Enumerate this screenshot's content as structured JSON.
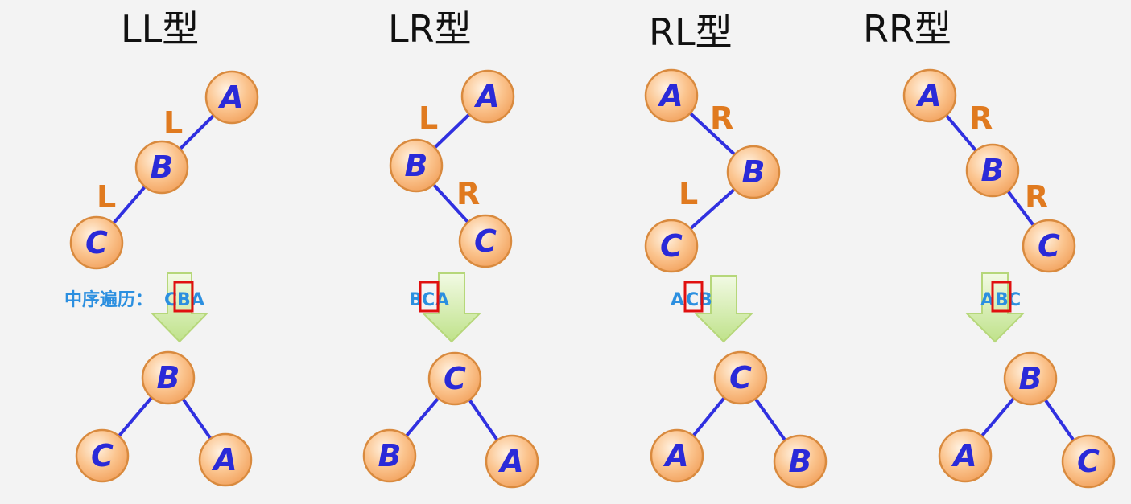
{
  "panels": [
    {
      "title": "LL型",
      "top": {
        "nodes": [
          "A",
          "B",
          "C"
        ],
        "edge_labels": [
          "L",
          "L"
        ]
      },
      "inorder_prefix": "中序遍历：",
      "inorder": [
        "C",
        "B",
        "A"
      ],
      "highlight_index": 1,
      "result": {
        "root": "B",
        "left": "C",
        "right": "A"
      }
    },
    {
      "title": "LR型",
      "top": {
        "nodes": [
          "A",
          "B",
          "C"
        ],
        "edge_labels": [
          "L",
          "R"
        ]
      },
      "inorder_prefix": "",
      "inorder": [
        "B",
        "C",
        "A"
      ],
      "highlight_index": 1,
      "result": {
        "root": "C",
        "left": "B",
        "right": "A"
      }
    },
    {
      "title": "RL型",
      "top": {
        "nodes": [
          "A",
          "B",
          "C"
        ],
        "edge_labels": [
          "R",
          "L"
        ]
      },
      "inorder_prefix": "",
      "inorder": [
        "A",
        "C",
        "B"
      ],
      "highlight_index": 1,
      "result": {
        "root": "C",
        "left": "A",
        "right": "B"
      }
    },
    {
      "title": "RR型",
      "top": {
        "nodes": [
          "A",
          "B",
          "C"
        ],
        "edge_labels": [
          "R",
          "R"
        ]
      },
      "inorder_prefix": "",
      "inorder": [
        "A",
        "B",
        "C"
      ],
      "highlight_index": 1,
      "result": {
        "root": "B",
        "left": "A",
        "right": "C"
      }
    }
  ],
  "colors": {
    "edge": "#3030e0",
    "node_fill": "#f8b880",
    "node_label": "#2a2ad8",
    "direction_label": "#e07a1f",
    "arrow": "#c8e89a",
    "inorder_text": "#2b8fe0",
    "highlight": "#e01010"
  }
}
